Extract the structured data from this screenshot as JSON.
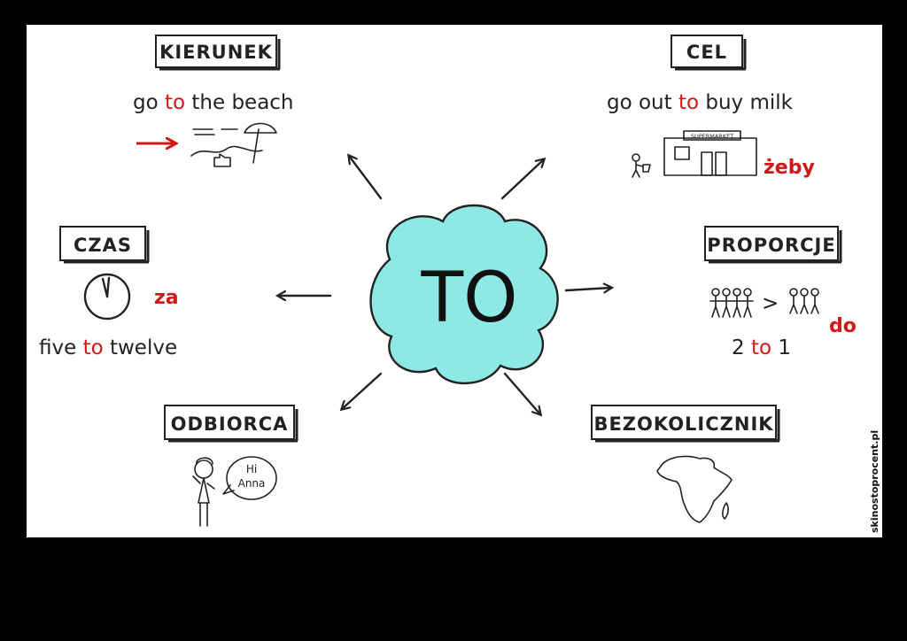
{
  "center": {
    "label": "TO",
    "fill": "#8ee8e3"
  },
  "colors": {
    "accent_red": "#d01818",
    "ink": "#222222"
  },
  "kierunek": {
    "title": "KIERUNEK",
    "phrase": {
      "before": "go ",
      "highlight": "to",
      "after": " the beach"
    },
    "icons": [
      "red-arrow-icon",
      "beach-icon"
    ]
  },
  "cel": {
    "title": "CEL",
    "phrase": {
      "before": "go out ",
      "highlight": "to",
      "after": " buy milk"
    },
    "shop_sign": "SUPERMARKET",
    "polish": "żeby"
  },
  "czas": {
    "title": "CZAS",
    "polish": "za",
    "phrase": {
      "before": "five ",
      "highlight": "to",
      "after": " twelve"
    }
  },
  "proporcje": {
    "title": "PROPORCJE",
    "compare": ">",
    "phrase": {
      "before": "2 ",
      "highlight": "to",
      "after": " 1"
    },
    "polish": "do"
  },
  "odbiorca": {
    "title": "ODBIORCA",
    "bubble_line1": "Hi",
    "bubble_line2": "Anna"
  },
  "bezokolicznik": {
    "title": "BEZOKOLICZNIK"
  },
  "watermark": "skinostoprocent.pl"
}
